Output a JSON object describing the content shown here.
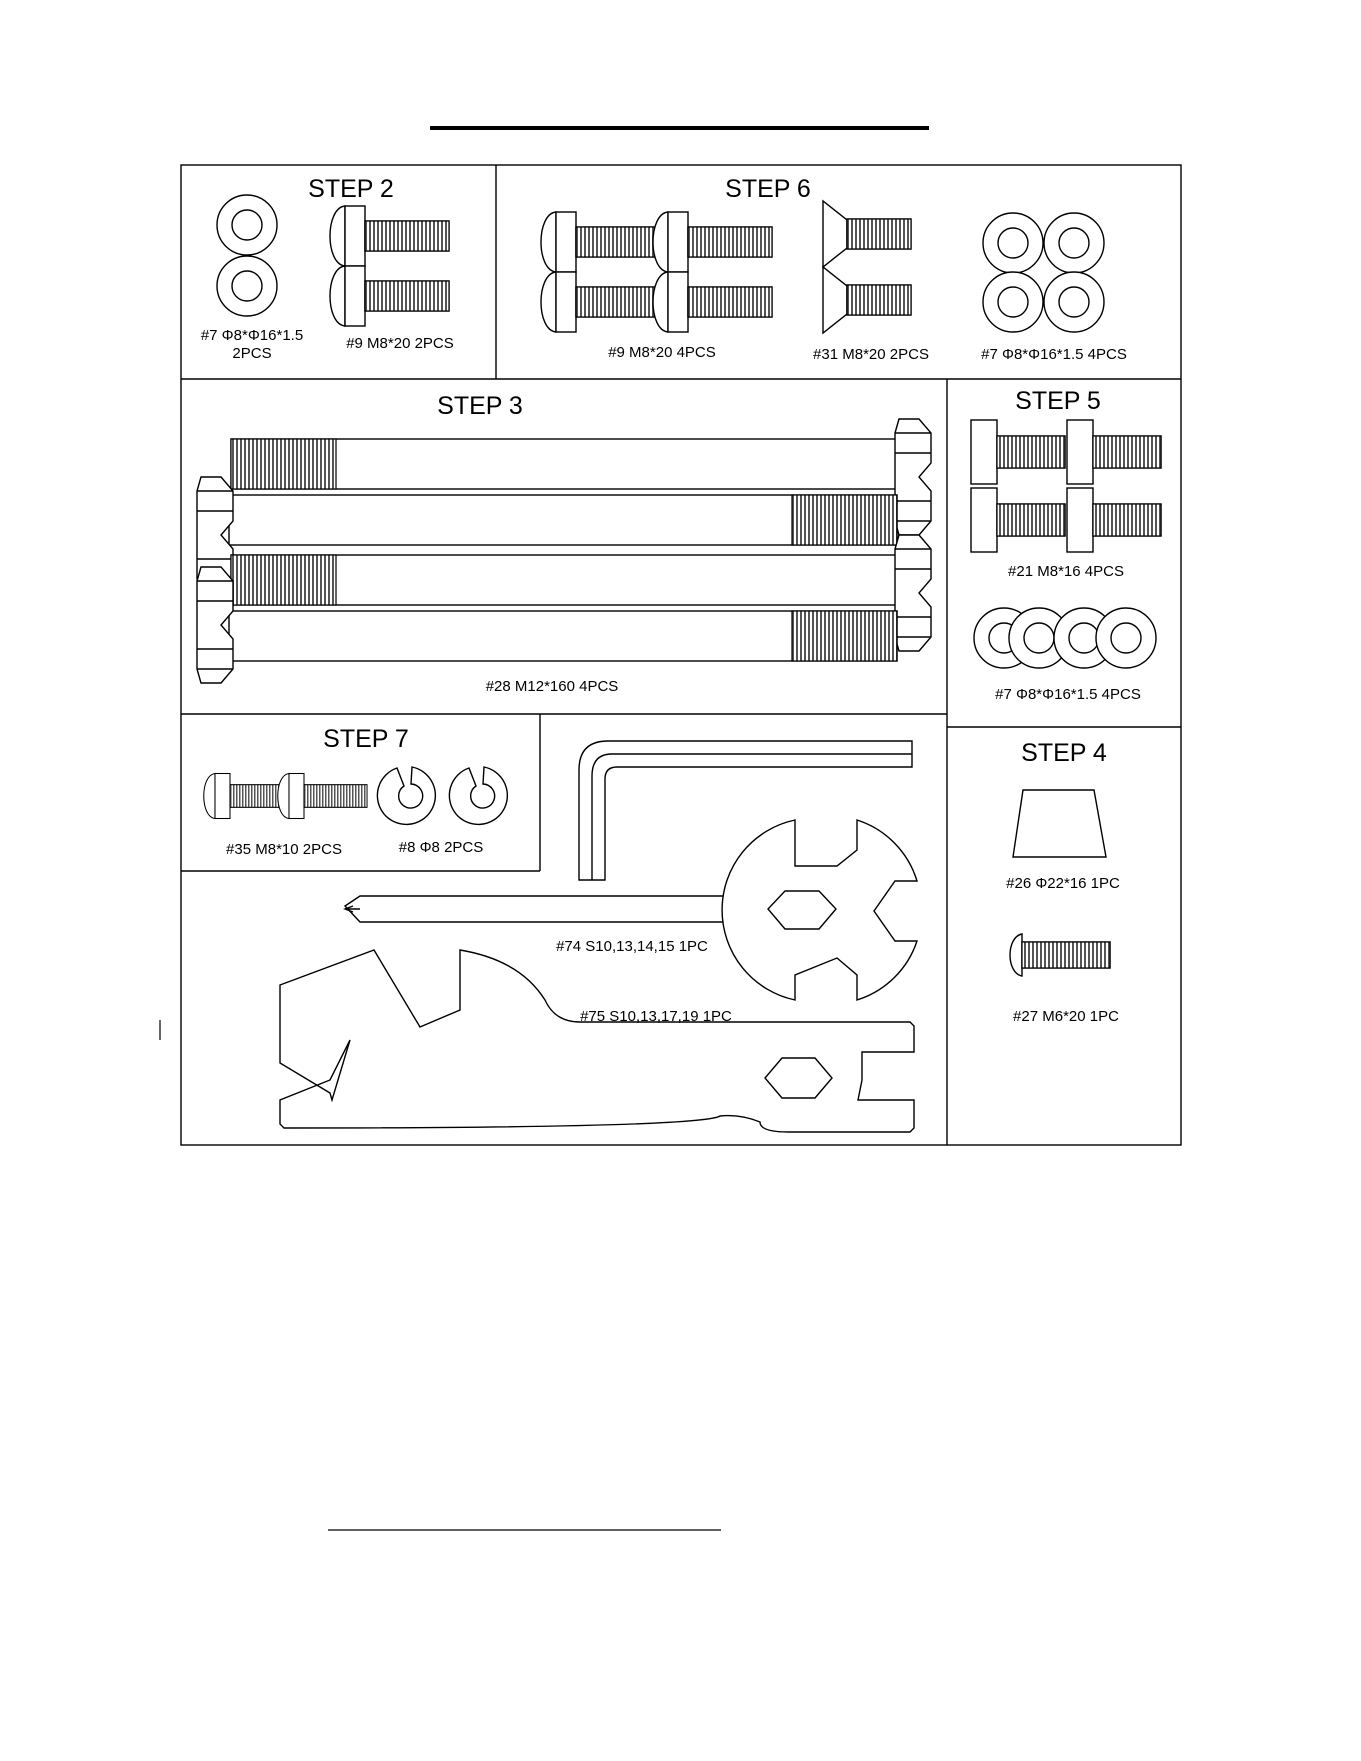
{
  "colors": {
    "ink": "#000000",
    "paper": "#ffffff",
    "thread": "#555555"
  },
  "steps": {
    "step2": {
      "title": "STEP 2",
      "captions": [
        "#7 Φ8*Φ16*1.5",
        "2PCS",
        "#9 M8*20  2PCS"
      ]
    },
    "step6": {
      "title": "STEP 6",
      "captions": [
        "#9 M8*20  4PCS",
        "#31 M8*20  2PCS",
        "#7 Φ8*Φ16*1.5  4PCS"
      ]
    },
    "step3": {
      "title": "STEP 3",
      "captions": [
        "#28 M12*160  4PCS"
      ]
    },
    "step5": {
      "title": "STEP 5",
      "captions": [
        "#21  M8*16  4PCS",
        "#7 Φ8*Φ16*1.5  4PCS"
      ]
    },
    "step7": {
      "title": "STEP 7",
      "captions": [
        "#35 M8*10  2PCS",
        "#8 Φ8  2PCS"
      ]
    },
    "step4": {
      "title": "STEP 4",
      "captions": [
        "#26 Φ22*16 1PC",
        "#27 M6*20 1PC"
      ]
    },
    "tools": {
      "captions": [
        "#74  S10,13,14,15  1PC",
        "#75 S10,13,17,19 1PC"
      ]
    }
  },
  "icons": [
    "flat-washer-icon",
    "button-head-bolt-icon",
    "countersunk-bolt-icon",
    "hex-bolt-icon",
    "flat-head-bolt-icon",
    "split-washer-icon",
    "allen-key-icon",
    "cross-wrench-icon",
    "spanner-wrench-icon",
    "rubber-cap-icon",
    "phillips-screw-icon"
  ]
}
